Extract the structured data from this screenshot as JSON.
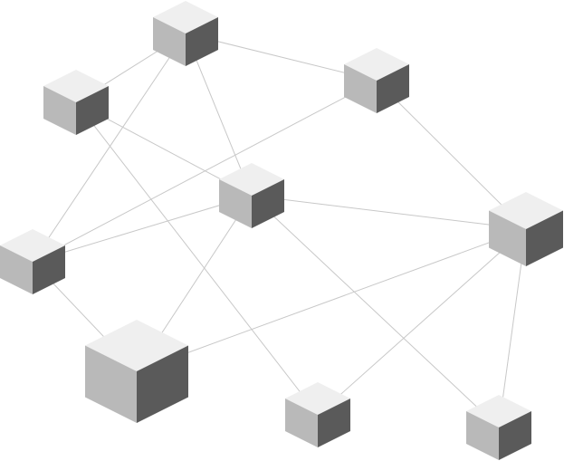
{
  "colors": {
    "background": "#ffffff",
    "edge": "#c8c8c8",
    "cube_top": "#efefef",
    "cube_left": "#b9b9b9",
    "cube_right": "#5a5a5a"
  },
  "nodes": [
    {
      "id": "n1",
      "icon": "cube-icon"
    },
    {
      "id": "n2",
      "icon": "cube-icon"
    },
    {
      "id": "n3",
      "icon": "cube-icon"
    },
    {
      "id": "n4",
      "icon": "cube-icon"
    },
    {
      "id": "n5",
      "icon": "cube-icon"
    },
    {
      "id": "n6",
      "icon": "cube-icon"
    },
    {
      "id": "n7",
      "icon": "cube-icon"
    },
    {
      "id": "n8",
      "icon": "cube-icon"
    },
    {
      "id": "n9",
      "icon": "cube-icon"
    }
  ],
  "edges": [
    [
      "n2",
      "n1"
    ],
    [
      "n1",
      "n3"
    ],
    [
      "n1",
      "n4"
    ],
    [
      "n1",
      "n5"
    ],
    [
      "n2",
      "n4"
    ],
    [
      "n2",
      "n8"
    ],
    [
      "n3",
      "n5"
    ],
    [
      "n3",
      "n6"
    ],
    [
      "n4",
      "n5"
    ],
    [
      "n4",
      "n6"
    ],
    [
      "n4",
      "n7"
    ],
    [
      "n4",
      "n9"
    ],
    [
      "n5",
      "n7"
    ],
    [
      "n6",
      "n7"
    ],
    [
      "n6",
      "n8"
    ],
    [
      "n6",
      "n9"
    ]
  ]
}
